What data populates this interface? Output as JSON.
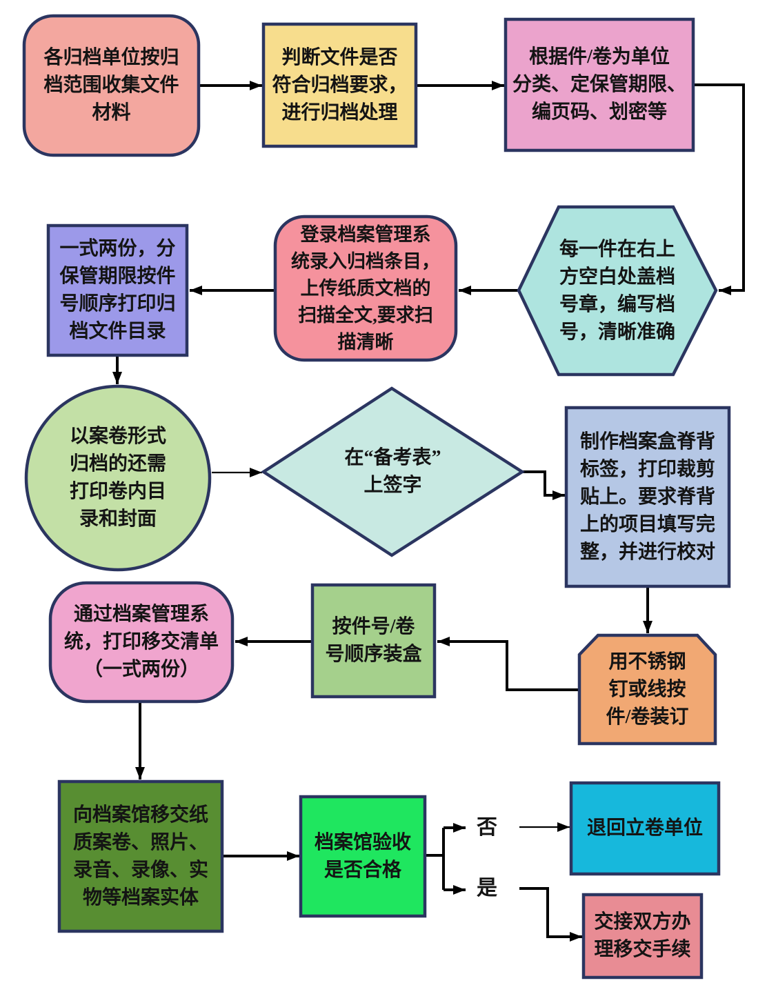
{
  "diagram_type": "flowchart",
  "colors": {
    "border": "#2b3560",
    "arrow": "#000000",
    "text": "#141414",
    "background": "#ffffff"
  },
  "nodes": {
    "collect": {
      "shape": "rounded-rectangle",
      "fill": "#f3a79f",
      "text": "各归档单位按归\n档范围收集文件\n材料"
    },
    "judge": {
      "shape": "rectangle",
      "fill": "#f7dd8d",
      "text": "判断文件是否\n符合归档要求，\n进行归档处理"
    },
    "classify": {
      "shape": "rectangle",
      "fill": "#eba3cc",
      "text": "根据件/卷为单位\n分类、定保管期限、\n编页码、划密等"
    },
    "stamp": {
      "shape": "hexagon",
      "fill": "#aee4df",
      "text": "每一件在右上\n方空白处盖档\n号章，编写档\n号，清晰准确"
    },
    "login": {
      "shape": "rounded-rectangle",
      "fill": "#f5929d",
      "text": "登录档案管理系\n统录入归档条目，\n上传纸质文档的\n扫描全文,要求扫\n描清晰"
    },
    "catalog": {
      "shape": "rectangle",
      "fill": "#9c99e9",
      "text": "一式两份，分\n保管期限按件\n号顺序打印归\n档文件目录"
    },
    "volume": {
      "shape": "circle",
      "fill": "#c3e0a6",
      "text": "以案卷形式\n归档的还需\n打印卷内目\n录和封面"
    },
    "sign": {
      "shape": "diamond",
      "fill": "#c8e9e2",
      "text": "在“备考表”\n上签字"
    },
    "spine": {
      "shape": "rectangle",
      "fill": "#b5c7e5",
      "text": "制作档案盒脊背\n标签，打印裁剪\n贴上。要求脊背\n上的项目填写完\n整，并进行校对"
    },
    "bind": {
      "shape": "card",
      "fill": "#f1a873",
      "text": "用不锈钢\n钉或线按\n件/卷装订"
    },
    "pack": {
      "shape": "rectangle",
      "fill": "#a5d08c",
      "text": "按件号/卷\n号顺序装盒"
    },
    "transfer_list": {
      "shape": "rounded-rectangle",
      "fill": "#f0a5ce",
      "text": "通过档案管理系\n统，打印移交清单\n（一式两份）"
    },
    "transfer_entity": {
      "shape": "rectangle",
      "fill": "#588e32",
      "text": "向档案馆移交纸\n质案卷、照片、\n录音、录像、实\n物等档案实体"
    },
    "check": {
      "shape": "rectangle",
      "fill": "#1fe65f",
      "text": "档案馆验收\n是否合格"
    },
    "return_unit": {
      "shape": "rectangle",
      "fill": "#17b8dc",
      "text": "退回立卷单位"
    },
    "handover": {
      "shape": "rectangle",
      "fill": "#e88c94",
      "text": "交接双方办\n理移交手续"
    }
  },
  "edge_labels": {
    "no": "否",
    "yes": "是"
  }
}
